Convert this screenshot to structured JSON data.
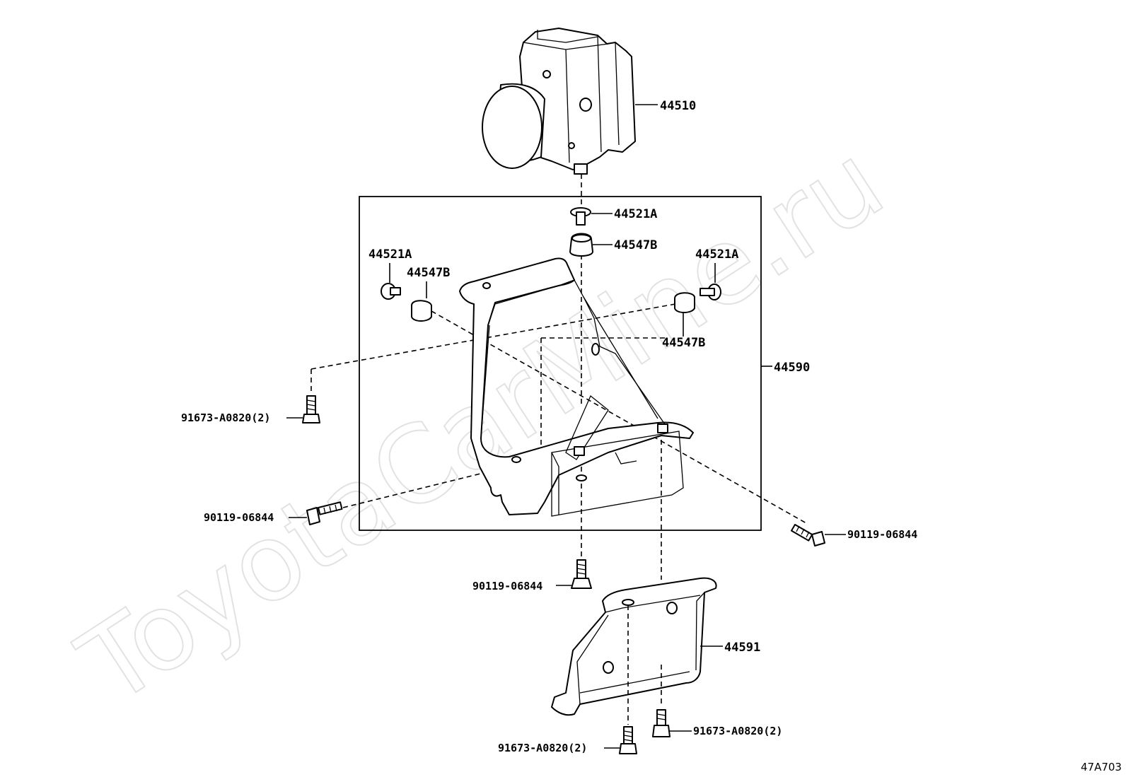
{
  "watermark": "ToyotaCarMine.ru",
  "diagram_code": "47A703",
  "labels": {
    "abs_actuator": "44510",
    "cushion_top": "44521A",
    "grommet_top": "44547B",
    "cushion_left": "44521A",
    "grommet_left": "44547B",
    "cushion_right": "44521A",
    "grommet_right": "44547B",
    "bracket_assembly": "44590",
    "bolt_left_upper": "91673-A0820(2)",
    "bolt_left_lower": "90119-06844",
    "bolt_right": "90119-06844",
    "bolt_center": "90119-06844",
    "bracket_lower": "44591",
    "bolt_bottom_left": "91673-A0820(2)",
    "bolt_bottom_right": "91673-A0820(2)"
  },
  "icons": {
    "actuator": "abs-actuator-icon",
    "bracket": "bracket-icon",
    "bolt": "bolt-icon",
    "grommet": "grommet-icon",
    "cushion": "cushion-icon"
  }
}
